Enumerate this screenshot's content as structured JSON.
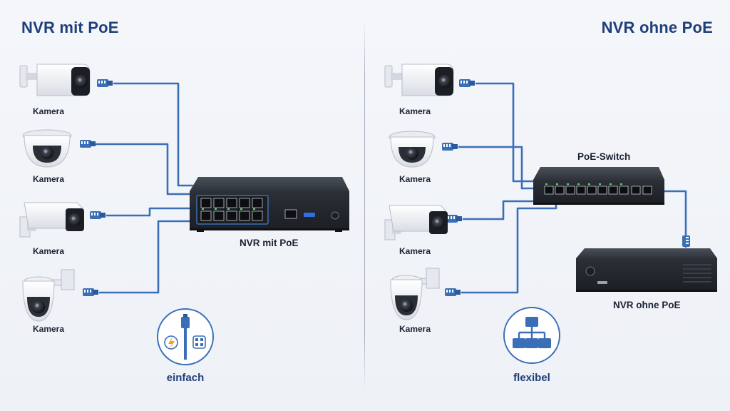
{
  "left": {
    "title": "NVR mit PoE",
    "camera_label": "Kamera",
    "device_label": "NVR mit PoE",
    "feature_label": "einfach"
  },
  "right": {
    "title": "NVR ohne PoE",
    "camera_label": "Kamera",
    "switch_label": "PoE-Switch",
    "device_label": "NVR ohne PoE",
    "feature_label": "flexibel"
  },
  "colors": {
    "cable": "#3a6fb8",
    "title": "#1f3f7a",
    "device": "#2b2f36",
    "power_accent": "#f0a020"
  },
  "icons": [
    "bullet-camera-icon",
    "dome-camera-icon",
    "box-camera-icon",
    "ptz-camera-icon",
    "poe-cable-icon",
    "network-hierarchy-icon"
  ]
}
